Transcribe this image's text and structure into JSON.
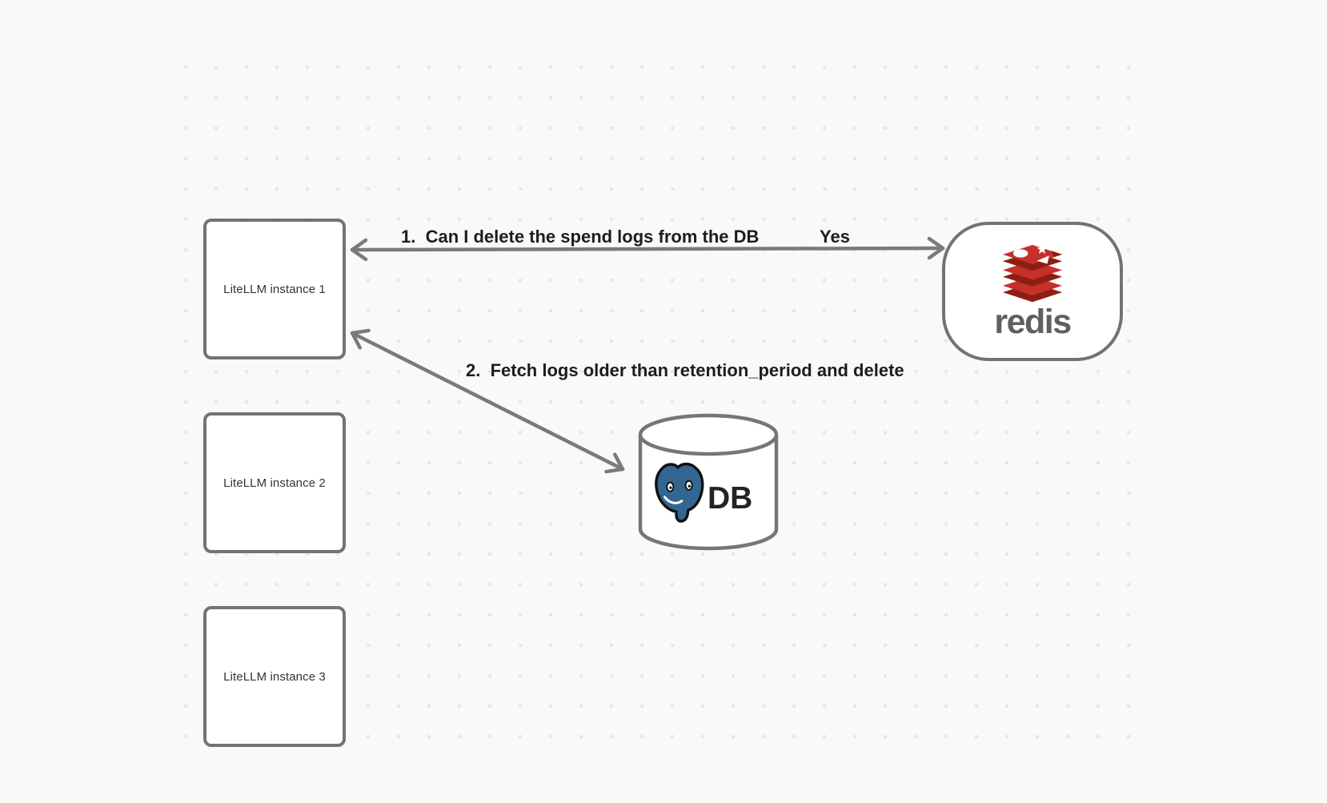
{
  "diagram": {
    "instances": [
      "LiteLLM instance 1",
      "LiteLLM instance 2",
      "LiteLLM instance 3"
    ],
    "redis_label": "redis",
    "db_label": "DB",
    "arrow1_question": "1.  Can I delete the spend logs from the DB",
    "arrow1_answer": "Yes",
    "arrow2_label": "2.  Fetch logs older than retention_period and delete",
    "connections": [
      {
        "from": "LiteLLM instance 1",
        "to": "redis",
        "style": "double-headed-horizontal"
      },
      {
        "from": "LiteLLM instance 1",
        "to": "DB",
        "style": "double-headed-diagonal"
      }
    ]
  },
  "colors": {
    "background": "#f9f9f8",
    "dot": "#e7e7e6",
    "stroke_gray": "#757575",
    "label_text": "#1d1d1f",
    "redis_red": "#c6302b",
    "redis_dark_red": "#8d1f12",
    "redis_gray": "#5e5f61",
    "postgres_blue": "#336791"
  }
}
